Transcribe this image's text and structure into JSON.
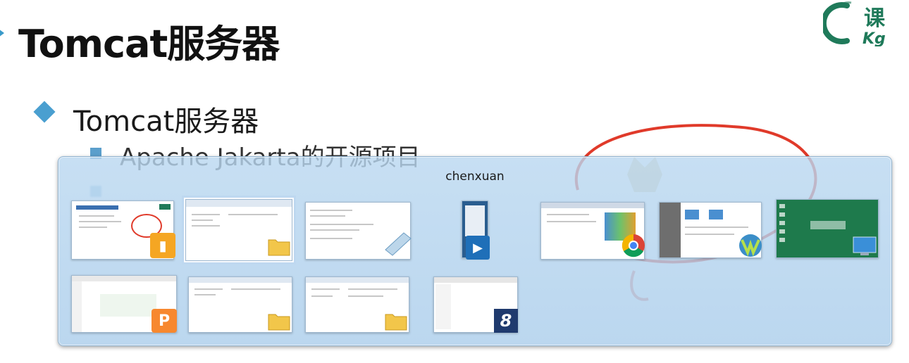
{
  "slide": {
    "title": "Tomcat服务器",
    "bullet": "Tomcat服务器",
    "sub_items": [
      "Apache Jakarta的开源项目"
    ],
    "logo_text": "课",
    "logo_sub": "Kg"
  },
  "switcher": {
    "user": "chenxuan",
    "windows_row1": [
      {
        "name": "presentation-window",
        "app_icon": "presentation-icon"
      },
      {
        "name": "explorer-window-1",
        "app_icon": "folder-icon"
      },
      {
        "name": "document-window",
        "app_icon": "notepad-icon"
      },
      {
        "name": "mobile-window",
        "app_icon": "xunlei-icon"
      },
      {
        "name": "chrome-window",
        "app_icon": "chrome-icon"
      },
      {
        "name": "settings-window",
        "app_icon": "network-icon"
      },
      {
        "name": "desktop-window",
        "app_icon": "desktop-icon"
      }
    ],
    "windows_row2": [
      {
        "name": "wps-window",
        "app_icon": "wps-p-icon"
      },
      {
        "name": "explorer-window-2",
        "app_icon": "folder-icon"
      },
      {
        "name": "explorer-window-3",
        "app_icon": "folder-icon"
      },
      {
        "name": "editor-window",
        "app_icon": "eight-icon"
      }
    ],
    "icon_glyph_wps": "P",
    "icon_glyph_eight": "8"
  },
  "colors": {
    "accent": "#3a9ac9",
    "logo_green": "#1f7a5a",
    "annotation_red": "#e03a2a"
  }
}
